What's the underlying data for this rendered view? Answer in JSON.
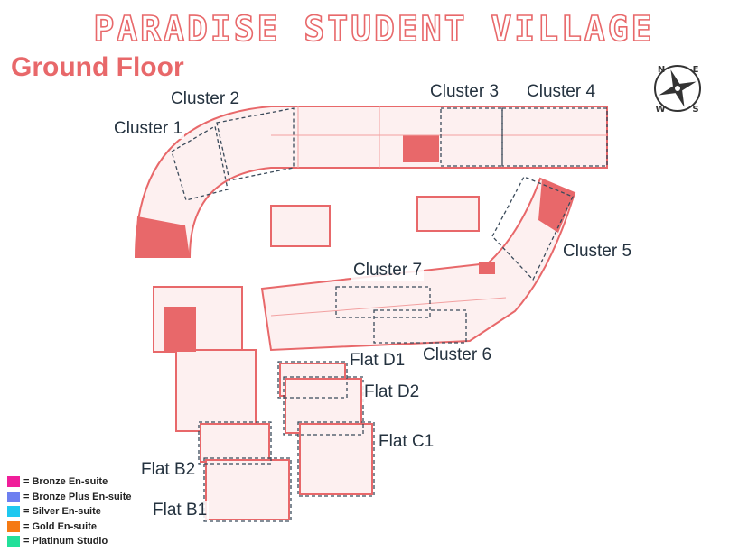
{
  "title": "PARADISE STUDENT VILLAGE",
  "floor": "Ground Floor",
  "compass": {
    "icon": "compass-rose-icon",
    "n": "N",
    "e": "E",
    "s": "S",
    "w": "W"
  },
  "plan_color": "#e8686a",
  "labels": {
    "cluster1": "Cluster 1",
    "cluster2": "Cluster 2",
    "cluster3": "Cluster 3",
    "cluster4": "Cluster 4",
    "cluster5": "Cluster 5",
    "cluster6": "Cluster 6",
    "cluster7": "Cluster 7",
    "flat_d1": "Flat D1",
    "flat_d2": "Flat D2",
    "flat_c1": "Flat C1",
    "flat_b2": "Flat B2",
    "flat_b1": "Flat B1"
  },
  "legend": [
    {
      "label": "= Bronze En-suite",
      "color": "#f01e9a"
    },
    {
      "label": "= Bronze Plus En-suite",
      "color": "#6d7ff0"
    },
    {
      "label": "= Silver En-suite",
      "color": "#1ec8f0"
    },
    {
      "label": "= Gold En-suite",
      "color": "#f57a14"
    },
    {
      "label": "= Platinum Studio",
      "color": "#22e09a"
    }
  ]
}
